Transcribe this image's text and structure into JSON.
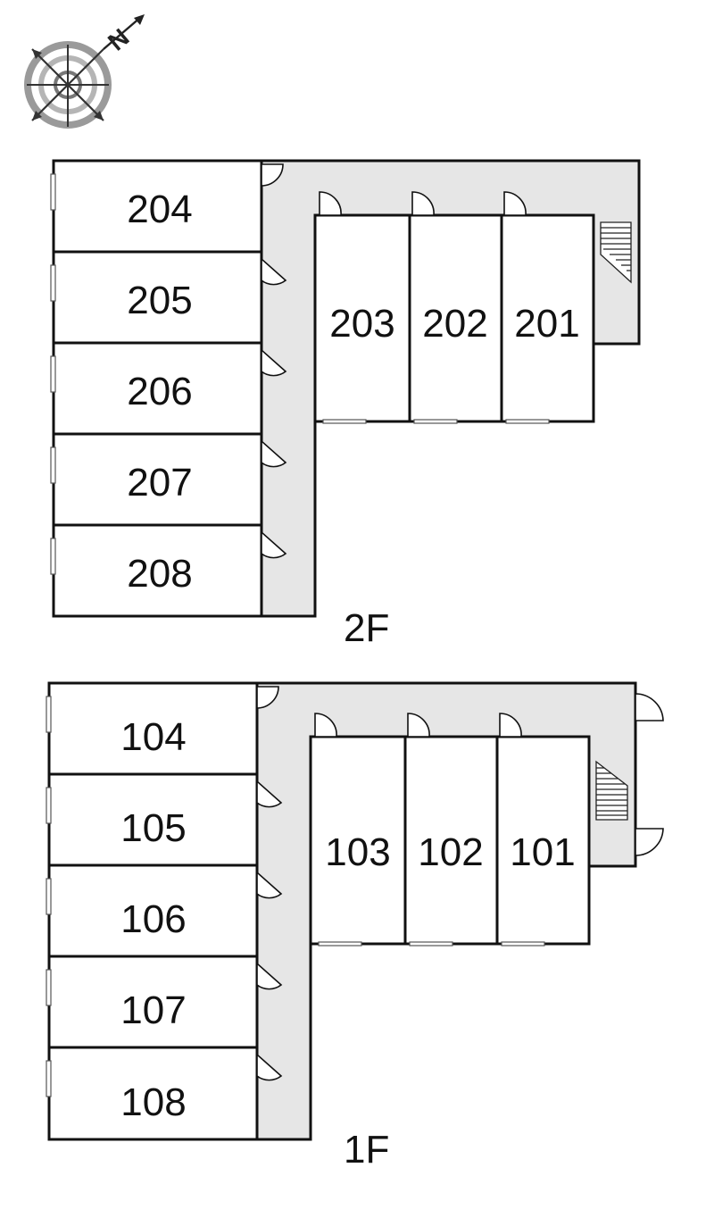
{
  "compass": {
    "north_label": "N",
    "icon": "compass-rose-icon"
  },
  "floors": [
    {
      "label": "2F",
      "rooms_left": [
        "204",
        "205",
        "206",
        "207",
        "208"
      ],
      "rooms_right": [
        "203",
        "202",
        "201"
      ]
    },
    {
      "label": "1F",
      "rooms_left": [
        "104",
        "105",
        "106",
        "107",
        "108"
      ],
      "rooms_right": [
        "103",
        "102",
        "101"
      ]
    }
  ],
  "colors": {
    "corridor": "#e6e6e6",
    "wall": "#111111",
    "room": "#ffffff"
  }
}
